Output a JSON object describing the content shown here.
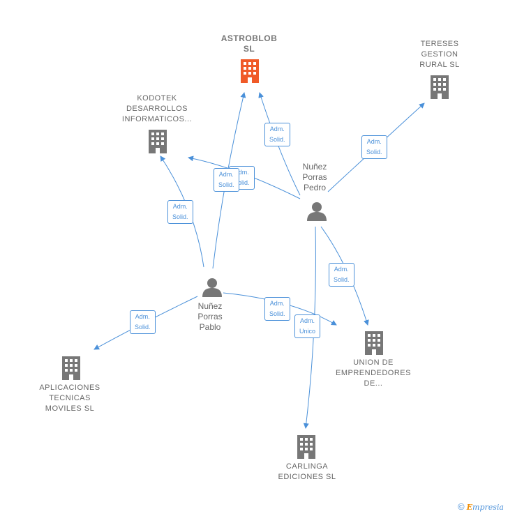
{
  "colors": {
    "edge": "#4a90d9",
    "company": "#777777",
    "company_main": "#f05a28",
    "person": "#777777"
  },
  "nodes": {
    "astroblob": {
      "label": "ASTROBLOB\nSL",
      "icon": "building-icon"
    },
    "tereses": {
      "label": "TERESES\nGESTION\nRURAL  SL",
      "icon": "building-icon"
    },
    "kodotek": {
      "label": "KODOTEK\nDESARROLLOS\nINFORMATICOS...",
      "icon": "building-icon"
    },
    "nunez_pedro": {
      "label": "Nuñez\nPorras\nPedro",
      "icon": "person-icon"
    },
    "nunez_pablo": {
      "label": "Nuñez\nPorras\nPablo",
      "icon": "person-icon"
    },
    "aplicaciones": {
      "label": "APLICACIONES\nTECNICAS\nMOVILES  SL",
      "icon": "building-icon"
    },
    "union": {
      "label": "UNION DE\nEMPRENDEDORES\nDE...",
      "icon": "building-icon"
    },
    "carlinga": {
      "label": "CARLINGA\nEDICIONES  SL",
      "icon": "building-icon"
    }
  },
  "edges": {
    "pedro_astroblob": "Adm.\nSolid.",
    "pedro_tereses": "Adm.\nSolid.",
    "pedro_kodotek": "Adm.\nSolid.",
    "pablo_astroblob": "Adm.\nSolid.",
    "pablo_kodotek": "Adm.\nSolid.",
    "pedro_union": "Adm.\nSolid.",
    "pablo_aplicaciones": "Adm.\nSolid.",
    "pablo_union": "Adm.\nSolid.",
    "pedro_carlinga": "Adm.\nUnico"
  },
  "brand": {
    "symbol": "©",
    "initial": "E",
    "rest": "mpresia"
  }
}
